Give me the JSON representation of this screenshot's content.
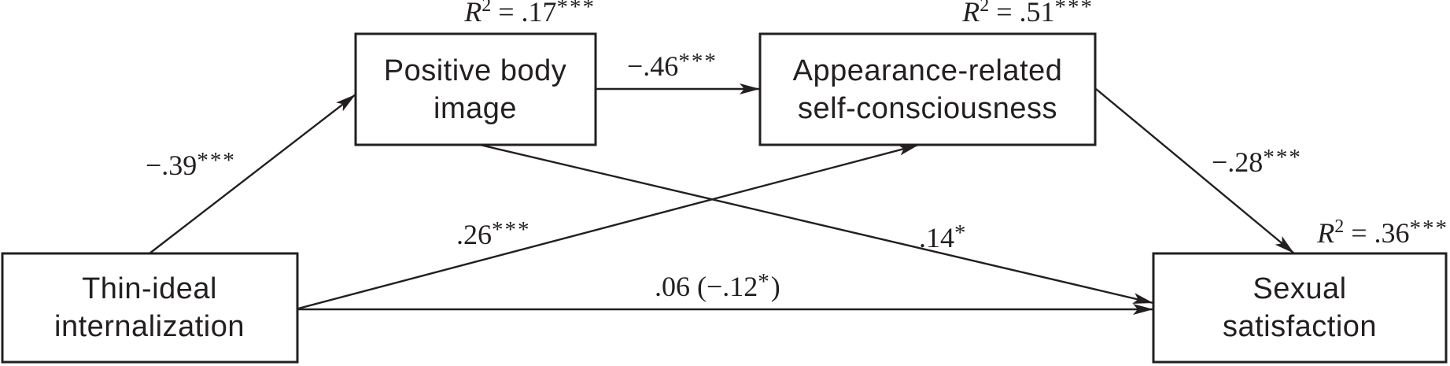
{
  "figure": {
    "type": "structural-path-model",
    "background_color": "#ffffff",
    "ink_color": "#231f20",
    "nodes": {
      "thin": {
        "line1": "Thin-ideal",
        "line2": "internalization"
      },
      "pbi": {
        "line1": "Positive body",
        "line2": "image"
      },
      "asc": {
        "line1": "Appearance-related",
        "line2": "self-consciousness"
      },
      "sex": {
        "line1": "Sexual",
        "line2": "satisfaction"
      }
    },
    "r2": {
      "pbi": {
        "sym": "R",
        "exp": "2",
        "val": " = .17",
        "stars": "***"
      },
      "asc": {
        "sym": "R",
        "exp": "2",
        "val": " = .51",
        "stars": "***"
      },
      "sex": {
        "sym": "R",
        "exp": "2",
        "val": " = .36",
        "stars": "***"
      }
    },
    "coefficients": {
      "thin_to_pbi": {
        "value": "−.39",
        "stars": "***"
      },
      "pbi_to_asc": {
        "value": "−.46",
        "stars": "***"
      },
      "thin_to_asc": {
        "value": ".26",
        "stars": "***"
      },
      "pbi_to_sex": {
        "value": ".14",
        "stars": "*"
      },
      "thin_to_sex": {
        "pre": ".06 (−.12",
        "star": "*",
        "post": ")"
      },
      "asc_to_sex": {
        "value": "−.28",
        "stars": "***"
      }
    }
  }
}
